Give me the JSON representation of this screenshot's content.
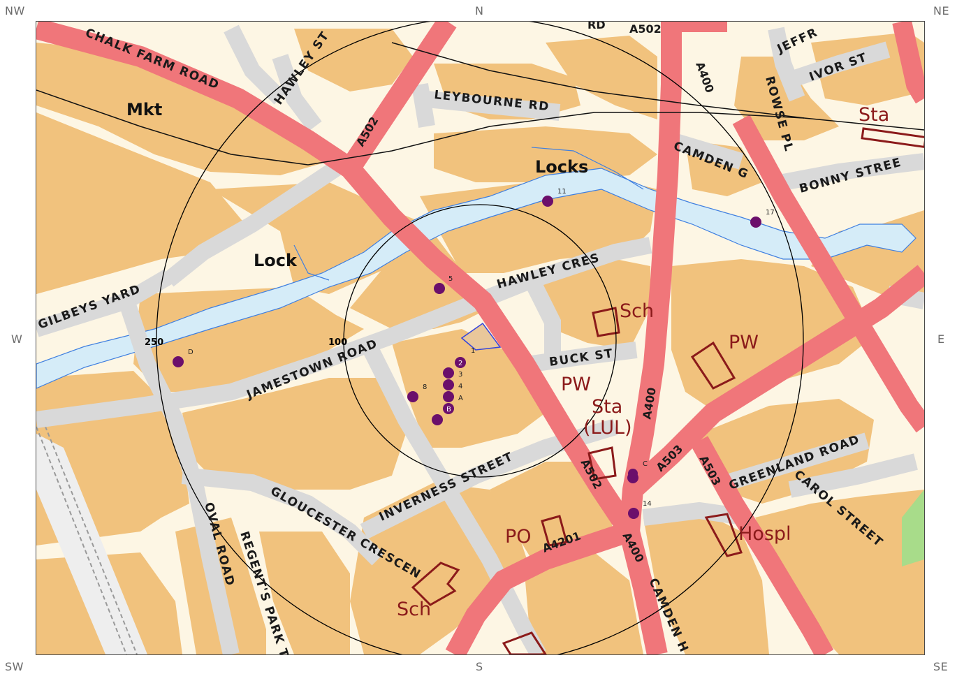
{
  "compass": {
    "nw": "NW",
    "n": "N",
    "ne": "NE",
    "w": "W",
    "e": "E",
    "sw": "SW",
    "s": "S",
    "se": "SE"
  },
  "colors": {
    "background": "#fdf6e4",
    "building": "#f1c27d",
    "road_major": "#f0767a",
    "road_minor": "#d9d9d9",
    "water": "#d5ecf8",
    "water_outline": "#3f7fe0",
    "marker": "#6b0f6b",
    "poi_text": "#8b1a1a",
    "site": "#3344dd"
  },
  "streets": {
    "chalk_farm_road": "CHALK FARM ROAD",
    "hawley_st": "HAWLEY ST",
    "a502_top": "A502",
    "rd_top": "RD",
    "a502_north": "A502",
    "leybourne_rd": "LEYBOURNE RD",
    "a400_north": "A400",
    "rowse_pl": "ROWSE PL",
    "jeffr": "JEFFR",
    "ivor_st": "IVOR ST",
    "camden_g": "CAMDEN G",
    "bonny_street": "BONNY STREE",
    "hawley_cres": "HAWLEY CRES",
    "gilbeys_yard": "GILBEYS YARD",
    "jamestown_road": "JAMESTOWN ROAD",
    "buck_st": "BUCK ST",
    "a400_mid": "A400",
    "inverness_street": "INVERNESS STREET",
    "a502_south": "A502",
    "a503_1": "A503",
    "a503_2": "A503",
    "greenland_road": "GREENLAND ROAD",
    "carol_street": "CAROL STREET",
    "gloucester_cresc": "GLOUCESTER CRESCEN",
    "oval_road": "OVAL ROAD",
    "regents_park": "REGENT'S PARK T",
    "a4201": "A4201",
    "a400_south": "A400",
    "camden_h": "CAMDEN H"
  },
  "places": {
    "mkt": "Mkt",
    "locks": "Locks",
    "lock": "Lock",
    "sta_ne": "Sta",
    "sch_mid": "Sch",
    "pw_e": "PW",
    "pw_mid": "PW",
    "sta_lul_1": "Sta",
    "sta_lul_2": "(LUL)",
    "hospl": "Hospl",
    "po": "PO",
    "sch_s": "Sch"
  },
  "rings": {
    "inner": "100",
    "outer": "250"
  },
  "markers": [
    {
      "id": "11"
    },
    {
      "id": "17"
    },
    {
      "id": "5"
    },
    {
      "id": "D"
    },
    {
      "id": "2"
    },
    {
      "id": "3"
    },
    {
      "id": "4"
    },
    {
      "id": "A"
    },
    {
      "id": "B"
    },
    {
      "id": "8"
    },
    {
      "id": "C"
    },
    {
      "id": "14"
    }
  ],
  "site_label": "1"
}
